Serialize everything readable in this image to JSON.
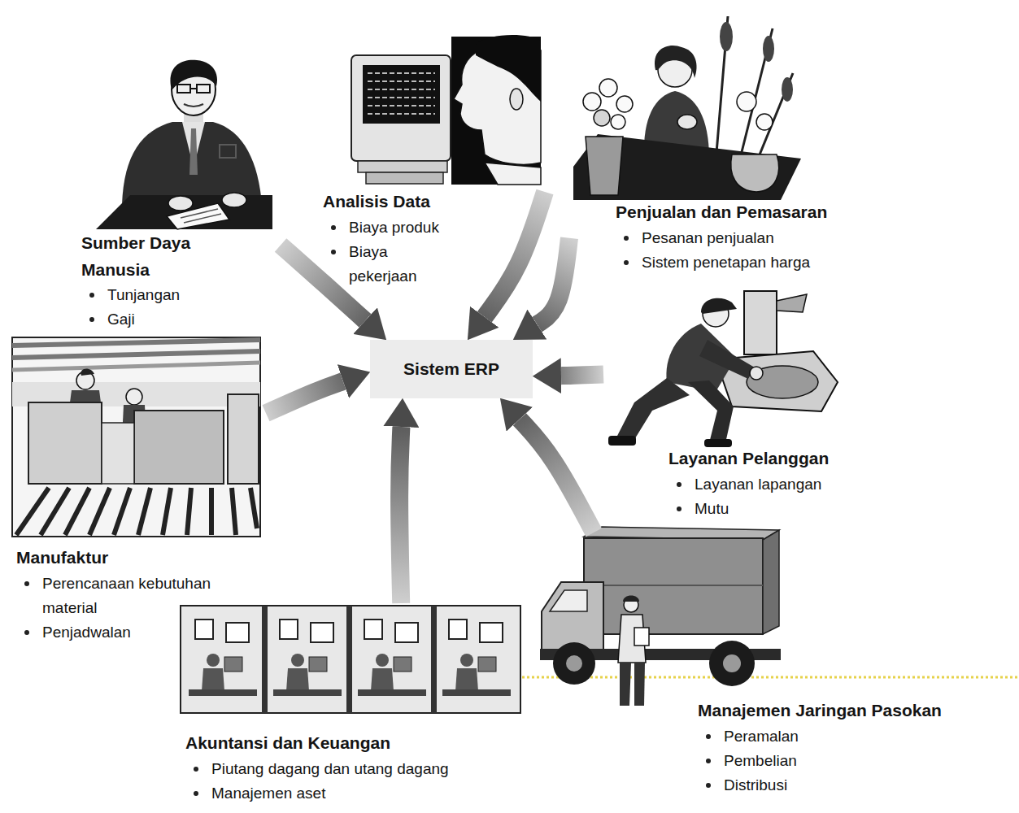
{
  "diagram": {
    "nodes": [
      {
        "text": [
          "Sumber Daya Manusia",
          "Tunjangan",
          "Gaji"
        ]
      },
      {
        "text": [
          "Analisis Data",
          "Biaya produk",
          "Biaya pekerjaan"
        ]
      },
      {
        "text": [
          "Penjualan dan Pemasaran",
          "Pesanan penjualan",
          "Sistem penetapan harga"
        ]
      },
      {
        "text": [
          "Manufaktur",
          "Perencanaan kebutuhan material",
          "Penjadwalan"
        ]
      },
      {
        "text": [
          "Sistem ERP"
        ]
      },
      {
        "text": [
          "Layanan Pelanggan",
          "Layanan lapangan",
          "Mutu"
        ]
      },
      {
        "text": [
          "Akuntansi dan Keuangan",
          "Piutang dagang dan utang dagang",
          "Manajemen aset"
        ]
      },
      {
        "text": [
          "Manajemen Jaringan Pasokan",
          "Peramalan",
          "Pembelian",
          "Distribusi"
        ]
      }
    ],
    "edges": [
      {
        "from": 0,
        "to": 4,
        "arrow": "to"
      },
      {
        "from": 1,
        "to": 4,
        "arrow": "to"
      },
      {
        "from": 2,
        "to": 4,
        "arrow": "to"
      },
      {
        "from": 3,
        "to": 4,
        "arrow": "to"
      },
      {
        "from": 5,
        "to": 4,
        "arrow": "to"
      },
      {
        "from": 6,
        "to": 4,
        "arrow": "to"
      },
      {
        "from": 7,
        "to": 4,
        "arrow": "to"
      }
    ]
  }
}
